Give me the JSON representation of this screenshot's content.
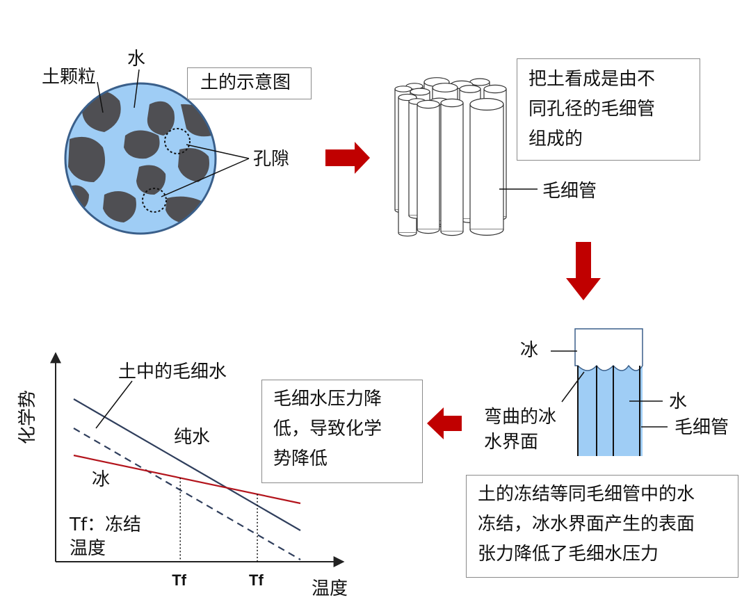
{
  "soil": {
    "particle_label": "土颗粒",
    "water_label": "水",
    "title_box": "土的示意图",
    "pore_label": "孔隙"
  },
  "capillary_model": {
    "text_lines": [
      "把土看成是由不",
      "同孔径的毛细管",
      "组成的"
    ],
    "tube_label": "毛细管"
  },
  "ice_tube": {
    "ice_label": "冰",
    "interface_lines": [
      "弯曲的冰",
      "水界面"
    ],
    "water_label": "水",
    "tube_label": "毛细管"
  },
  "explanation": {
    "freezing_lines": [
      "土的冻结等同毛细管中的水",
      "冻结，冰水界面产生的表面",
      "张力降低了毛细水压力"
    ],
    "pressure_lines": [
      "毛细水压力降",
      "低，导致化学",
      "势降低"
    ]
  },
  "chart_data": {
    "type": "line",
    "ylabel": "化学势",
    "xlabel": "温度",
    "series": [
      {
        "name": "纯水",
        "style": "solid",
        "color": "#2f3e5c",
        "x": [
          0,
          1
        ],
        "y": [
          0.78,
          0.15
        ]
      },
      {
        "name": "土中的毛细水",
        "style": "dashed",
        "color": "#2f3e5c",
        "x": [
          0,
          1
        ],
        "y": [
          0.64,
          0.01
        ]
      },
      {
        "name": "冰",
        "style": "solid",
        "color": "#b3141c",
        "x": [
          0,
          1
        ],
        "y": [
          0.51,
          0.28
        ]
      }
    ],
    "annotations": {
      "capillary_label": "土中的毛细水",
      "pure_label": "纯水",
      "ice_label": "冰",
      "tf_note_lines": [
        "Tf：冻结",
        "温度"
      ],
      "tf_ticks": [
        "Tf",
        "Tf"
      ]
    },
    "tf_points": [
      0.47,
      0.81
    ],
    "grid": false,
    "xlim": [
      0,
      1
    ],
    "ylim": [
      0,
      1
    ]
  },
  "colors": {
    "water_blue": "#9fcdf5",
    "particle": "#4f4f53",
    "outline_blue": "#3a5f8a",
    "arrow_red": "#c00000",
    "line_navy": "#2f3e5c",
    "ice_red": "#b3141c"
  }
}
